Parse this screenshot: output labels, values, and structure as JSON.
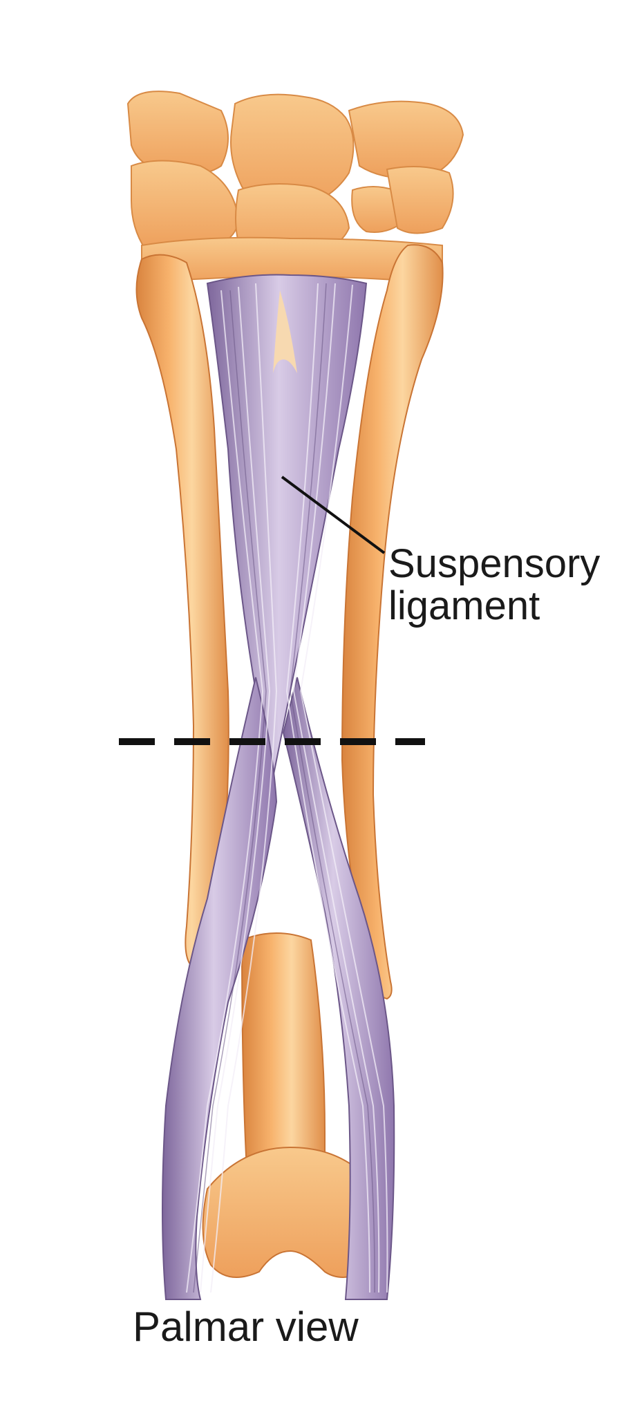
{
  "labels": {
    "suspensory_line1": "Suspensory",
    "suspensory_line2": "ligament",
    "view": "Palmar view"
  },
  "colors": {
    "bone": "#f4a863",
    "bone_light": "#f9cf96",
    "bone_shadow": "#d67e3a",
    "ligament": "#a58bbe",
    "ligament_light": "#e6dcef",
    "ligament_dark": "#6e5a8c",
    "line": "#111111"
  }
}
